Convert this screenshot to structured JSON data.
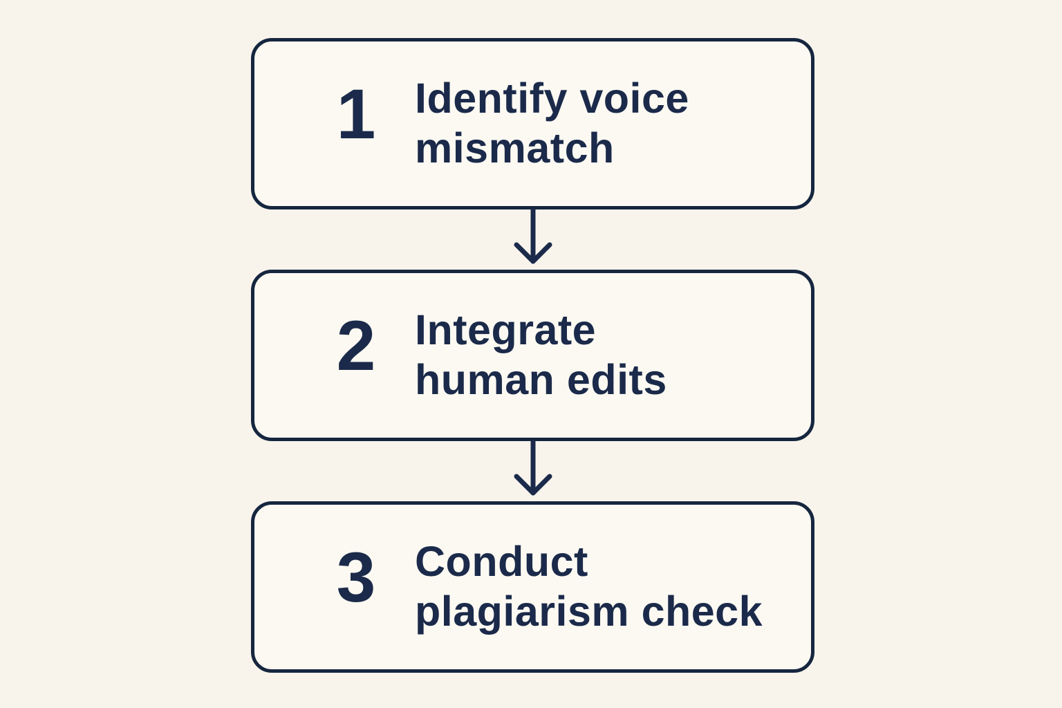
{
  "diagram": {
    "type": "flowchart-vertical-steps",
    "colors": {
      "ink": "#1b2a4a",
      "border": "#16263f",
      "page_background": "#f8f4ec",
      "box_background": "#fbf9f2"
    },
    "steps": [
      {
        "number": "1",
        "label": "Identify voice mismatch",
        "lines": [
          "Identify voice",
          "mismatch"
        ]
      },
      {
        "number": "2",
        "label": "Integrate human edits",
        "lines": [
          "Integrate",
          "human edits"
        ]
      },
      {
        "number": "3",
        "label": "Conduct plagiarism check",
        "lines": [
          "Conduct",
          "plagiarism check"
        ]
      }
    ],
    "connectors": [
      {
        "from": "1",
        "to": "2",
        "type": "arrow-down"
      },
      {
        "from": "2",
        "to": "3",
        "type": "arrow-down"
      }
    ]
  }
}
